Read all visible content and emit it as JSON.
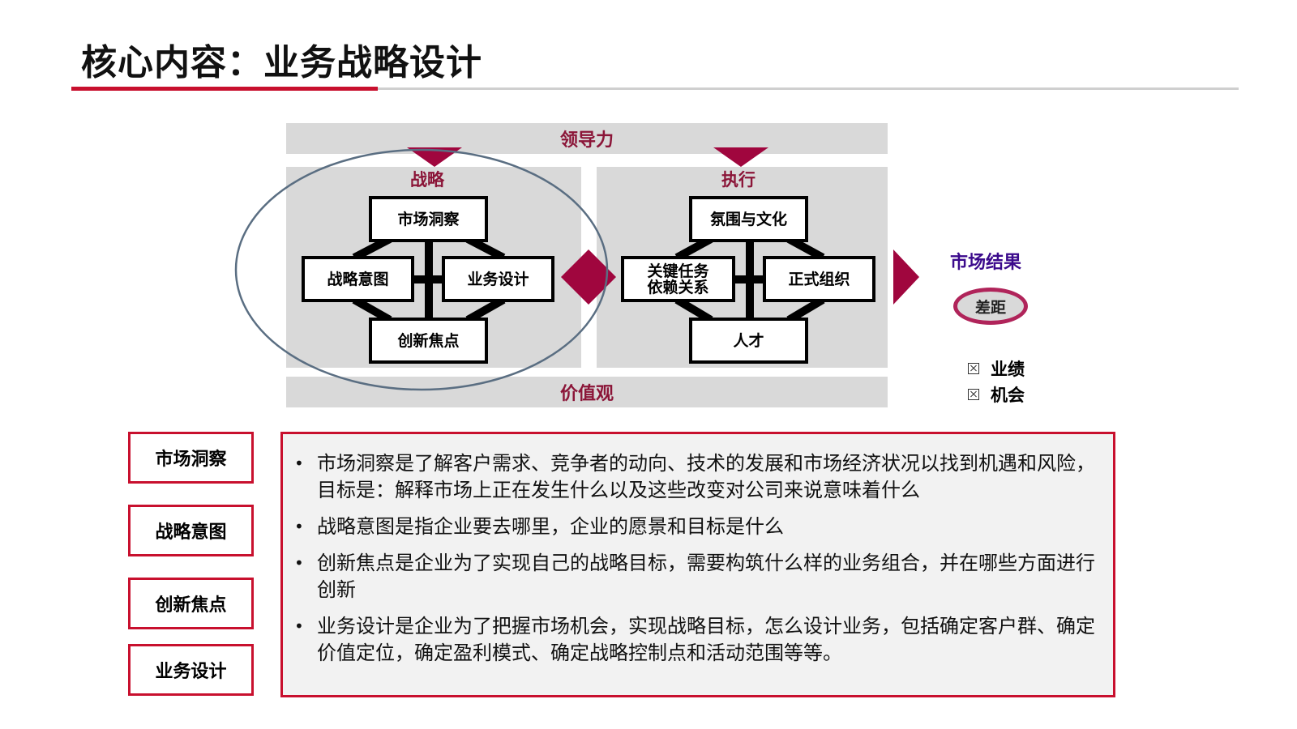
{
  "title": "核心内容：业务战略设计",
  "diagram": {
    "top_band": "领导力",
    "bottom_band": "价值观",
    "strategy": {
      "label": "战略",
      "nodes": {
        "top": "市场洞察",
        "left": "战略意图",
        "right": "业务设计",
        "bottom": "创新焦点"
      }
    },
    "execution": {
      "label": "执行",
      "nodes": {
        "top": "氛围与文化",
        "left_line1": "关键任务",
        "left_line2": "依赖关系",
        "right": "正式组织",
        "bottom": "人才"
      }
    },
    "result": {
      "label": "市场结果",
      "gap": "差距",
      "items": [
        "业绩",
        "机会"
      ]
    },
    "colors": {
      "accent": "#a0063e",
      "brand_red": "#c8102e",
      "result_label": "#3b0a8c",
      "ellipse": "#5a6e82"
    }
  },
  "details": {
    "labels": [
      "市场洞察",
      "战略意图",
      "创新焦点",
      "业务设计"
    ],
    "bullets": [
      "市场洞察是了解客户需求、竞争者的动向、技术的发展和市场经济状况以找到机遇和风险，目标是：解释市场上正在发生什么以及这些改变对公司来说意味着什么",
      "战略意图是指企业要去哪里，企业的愿景和目标是什么",
      "创新焦点是企业为了实现自己的战略目标，需要构筑什么样的业务组合，并在哪些方面进行创新",
      "业务设计是企业为了把握市场机会，实现战略目标，怎么设计业务，包括确定客户群、确定价值定位，确定盈利模式、确定战略控制点和活动范围等等。"
    ]
  }
}
